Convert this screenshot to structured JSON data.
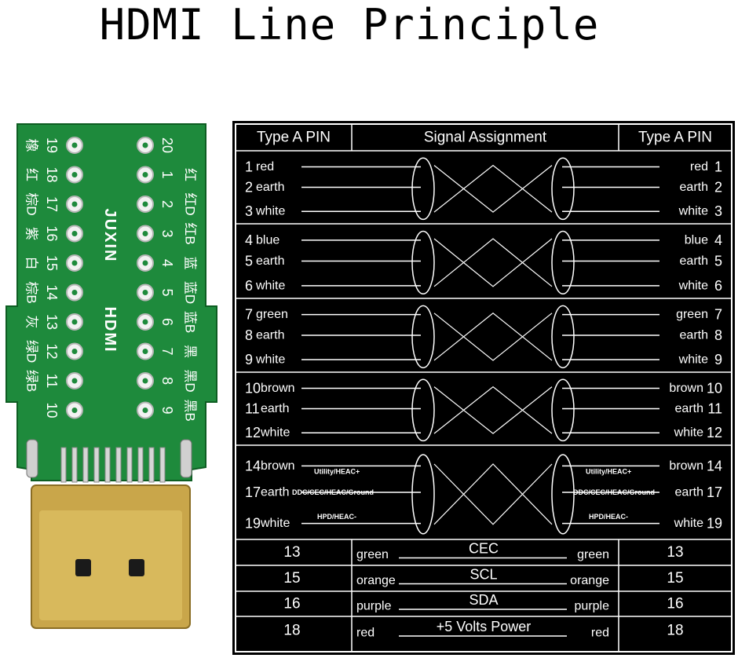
{
  "title": "HDMI Line Principle",
  "board": {
    "brand": "JUXIN",
    "model": "HDMI",
    "left_numbers": [
      "19",
      "18",
      "17",
      "16",
      "15",
      "14",
      "13",
      "12",
      "11",
      "10"
    ],
    "right_numbers": [
      "20",
      "1",
      "2",
      "3",
      "4",
      "5",
      "6",
      "7",
      "8",
      "9"
    ],
    "left_labels": [
      "橡",
      "红",
      "棕D",
      "紫",
      "白",
      "棕B",
      "灰",
      "绿D",
      "绿B",
      ""
    ],
    "right_labels": [
      "",
      "红",
      "红D",
      "红B",
      "蓝",
      "蓝D",
      "蓝B",
      "黑",
      "黑D",
      "黑B"
    ],
    "colors": {
      "pcb": "#1e8a3c",
      "pad": "#f2f2f2",
      "connector": "#c9a64a"
    }
  },
  "table": {
    "headers": {
      "left": "Type A PIN",
      "center": "Signal Assignment",
      "right": "Type A PIN"
    },
    "groups": [
      {
        "left": [
          {
            "num": "1",
            "label": "red"
          },
          {
            "num": "2",
            "label": "earth"
          },
          {
            "num": "3",
            "label": "white"
          }
        ],
        "right": [
          {
            "num": "1",
            "label": "red"
          },
          {
            "num": "2",
            "label": "earth"
          },
          {
            "num": "3",
            "label": "white"
          }
        ]
      },
      {
        "left": [
          {
            "num": "4",
            "label": "blue"
          },
          {
            "num": "5",
            "label": "earth"
          },
          {
            "num": "6",
            "label": "white"
          }
        ],
        "right": [
          {
            "num": "4",
            "label": "blue"
          },
          {
            "num": "5",
            "label": "earth"
          },
          {
            "num": "6",
            "label": "white"
          }
        ]
      },
      {
        "left": [
          {
            "num": "7",
            "label": "green"
          },
          {
            "num": "8",
            "label": "earth"
          },
          {
            "num": "9",
            "label": "white"
          }
        ],
        "right": [
          {
            "num": "7",
            "label": "green"
          },
          {
            "num": "8",
            "label": "earth"
          },
          {
            "num": "9",
            "label": "white"
          }
        ]
      },
      {
        "left": [
          {
            "num": "10",
            "label": "brown"
          },
          {
            "num": "11",
            "label": "earth"
          },
          {
            "num": "12",
            "label": "white"
          }
        ],
        "right": [
          {
            "num": "10",
            "label": "brown"
          },
          {
            "num": "11",
            "label": "earth"
          },
          {
            "num": "12",
            "label": "white"
          }
        ]
      },
      {
        "left": [
          {
            "num": "14",
            "label": "brown"
          },
          {
            "num": "17",
            "label": "earth"
          },
          {
            "num": "19",
            "label": "white"
          }
        ],
        "right": [
          {
            "num": "14",
            "label": "brown"
          },
          {
            "num": "17",
            "label": "earth"
          },
          {
            "num": "19",
            "label": "white"
          }
        ],
        "signals": [
          "Utility/HEAC+",
          "DDC/CEC/HEAC/Ground",
          "HPD/HEAC-"
        ]
      }
    ],
    "bottom_rows": [
      {
        "pin_left": "13",
        "color_left": "green",
        "signal": "CEC",
        "color_right": "green",
        "pin_right": "13"
      },
      {
        "pin_left": "15",
        "color_left": "orange",
        "signal": "SCL",
        "color_right": "orange",
        "pin_right": "15"
      },
      {
        "pin_left": "16",
        "color_left": "purple",
        "signal": "SDA",
        "color_right": "purple",
        "pin_right": "16"
      },
      {
        "pin_left": "18",
        "color_left": "red",
        "signal": "+5 Volts Power",
        "color_right": "red",
        "pin_right": "18"
      }
    ]
  }
}
